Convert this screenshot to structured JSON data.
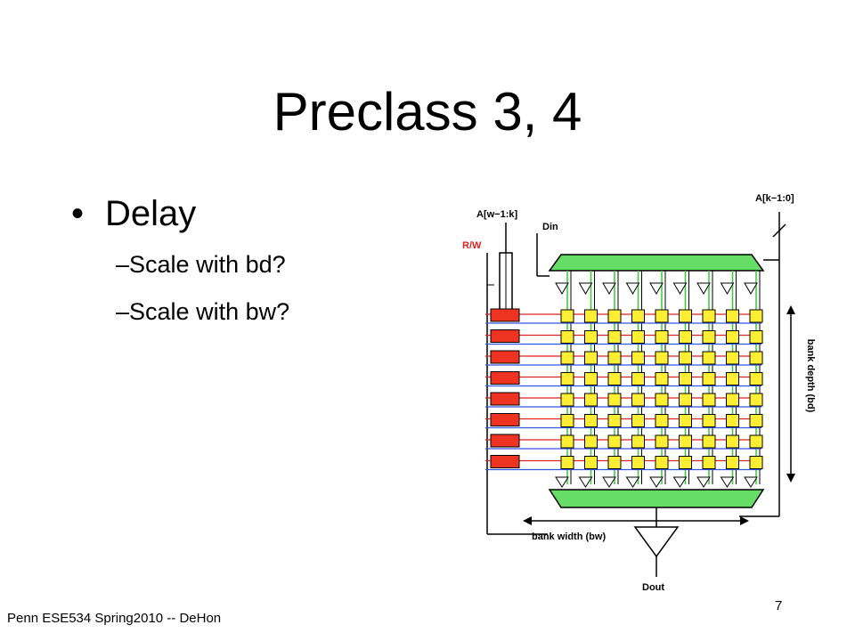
{
  "slide": {
    "title": "Preclass 3, 4",
    "bullet_marker": "•",
    "bullet": "Delay",
    "sub_marker": "–",
    "sub_items": [
      "Scale with bd?",
      "Scale with bw?"
    ],
    "footer": "Penn ESE534 Spring2010 -- DeHon",
    "page_number": "7"
  },
  "diagram": {
    "label_addr_high": "A[k−1:0]",
    "label_addr_low": "A[w−1:k]",
    "label_din": "Din",
    "label_rw": "R/W",
    "label_bank_depth": "bank depth (bd)",
    "label_bank_width": "bank width (bw)",
    "label_dout": "Dout",
    "colors": {
      "green": "#66dd66",
      "red": "#ee3322",
      "yellow": "#ffee33",
      "blue": "#3355dd",
      "red_line": "#dd2222",
      "green_line": "#33cc33"
    }
  }
}
